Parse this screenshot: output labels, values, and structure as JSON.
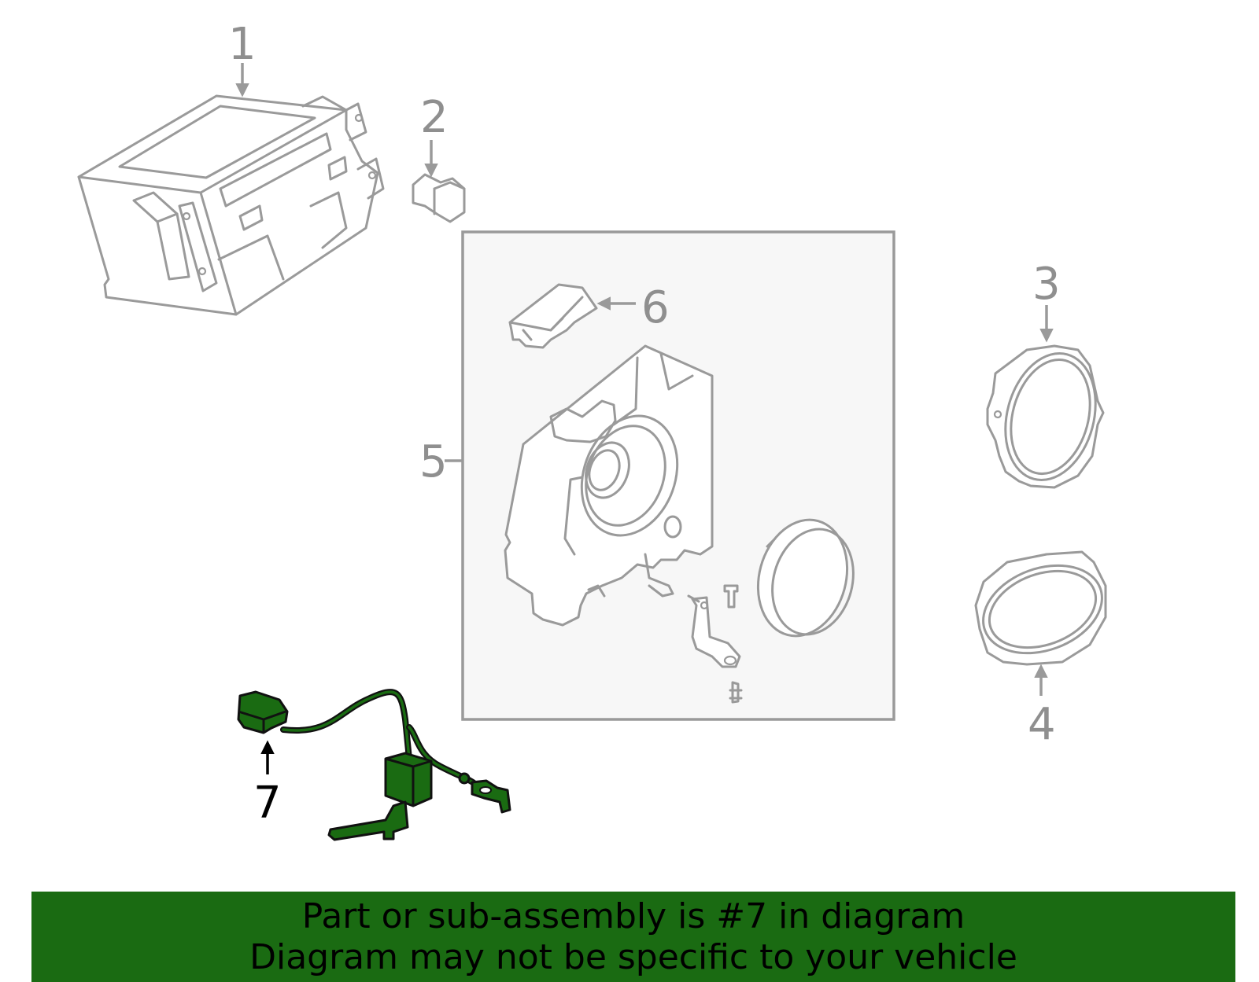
{
  "callouts": {
    "c1": "1",
    "c2": "2",
    "c3": "3",
    "c4": "4",
    "c5": "5",
    "c6": "6",
    "c7": "7"
  },
  "highlight": {
    "part_number": "7",
    "color": "#1a6b12"
  },
  "banner": {
    "line1": "Part or sub-assembly is #7 in diagram",
    "line2": "Diagram may not be specific to your vehicle",
    "background": "#1a6b12"
  },
  "colors": {
    "line_art": "#9a9a9a",
    "box_fill": "#f7f7f7"
  }
}
